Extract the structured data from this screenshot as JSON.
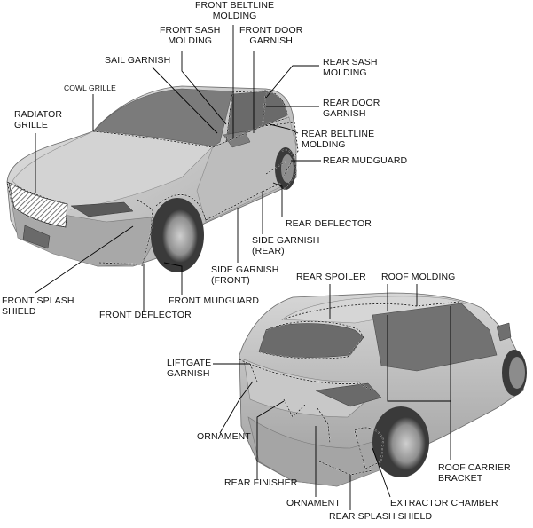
{
  "colors": {
    "body_light": "#d9d9d9",
    "body_mid": "#b9b9b9",
    "body_dark": "#8c8c8c",
    "glass": "#6e6e6e",
    "tire": "#3a3a3a",
    "leader": "#000000",
    "dotted_outline": "#ffffff"
  },
  "labels": {
    "front_beltline_molding": "FRONT BELTLINE\nMOLDING",
    "front_sash_molding": "FRONT SASH\nMOLDING",
    "front_door_garnish": "FRONT DOOR\nGARNISH",
    "sail_garnish": "SAIL GARNISH",
    "rear_sash_molding": "REAR SASH\nMOLDING",
    "cowl_grille": "COWL GRILLE",
    "rear_door_garnish": "REAR DOOR\nGARNISH",
    "radiator_grille": "RADIATOR\nGRILLE",
    "rear_beltline_molding": "REAR BELTLINE\nMOLDING",
    "rear_mudguard": "REAR MUDGUARD",
    "rear_deflector": "REAR DEFLECTOR",
    "side_garnish_rear": "SIDE GARNISH\n(REAR)",
    "side_garnish_front": "SIDE GARNISH\n(FRONT)",
    "front_splash_shield": "FRONT SPLASH\nSHIELD",
    "front_mudguard": "FRONT MUDGUARD",
    "front_deflector": "FRONT DEFLECTOR",
    "rear_spoiler": "REAR SPOILER",
    "roof_molding": "ROOF MOLDING",
    "liftgate_garnish": "LIFTGATE\nGARNISH",
    "ornament_upper": "ORNAMENT",
    "roof_carrier_bracket": "ROOF CARRIER\nBRACKET",
    "rear_finisher": "REAR FINISHER",
    "ornament_lower": "ORNAMENT",
    "extractor_chamber": "EXTRACTOR CHAMBER",
    "rear_splash_shield": "REAR SPLASH SHIELD"
  }
}
